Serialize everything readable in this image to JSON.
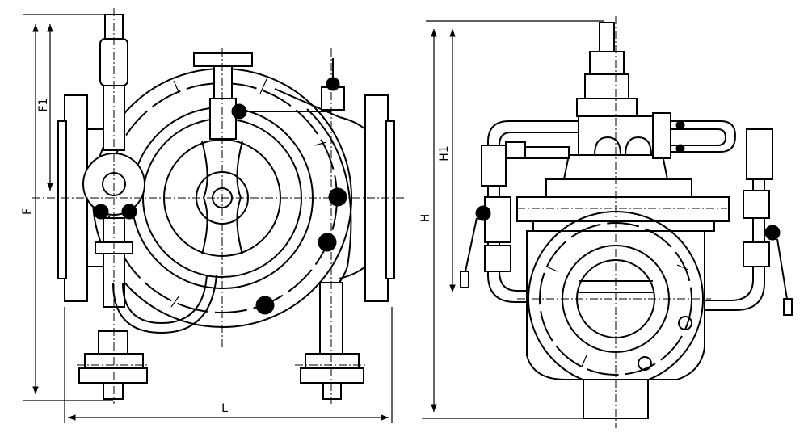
{
  "dimensions": {
    "F": "F",
    "F1": "F1",
    "L": "L",
    "H": "H",
    "H1": "H1"
  },
  "colors": {
    "line": "#000000",
    "background": "#ffffff"
  }
}
